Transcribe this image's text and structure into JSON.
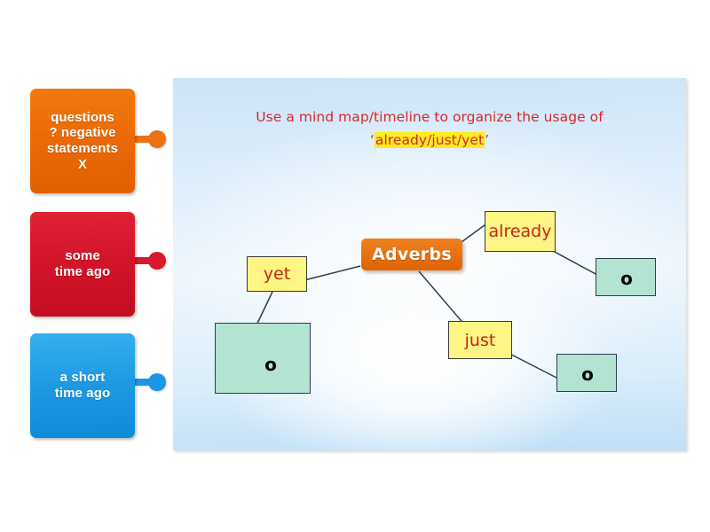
{
  "sidebar": {
    "cards": [
      {
        "id": "questions-negative",
        "label": "questions\n? negative\nstatements\nX",
        "color": "#ec6a06",
        "knob_color": "#ee7111"
      },
      {
        "id": "some-time-ago",
        "label": "some\ntime ago",
        "color": "#d21429",
        "knob_color": "#d8182c"
      },
      {
        "id": "a-short-time-ago",
        "label": "a short\ntime ago",
        "color": "#1e9ae4",
        "knob_color": "#1a97e2"
      }
    ]
  },
  "canvas": {
    "title": {
      "line1": "Use a mind map/timeline  to organize the usage of",
      "line2_quote_open": "‘",
      "line2_highlight": "already/just/yet",
      "line2_quote_close": "’",
      "text_color": "#d02b2b",
      "highlight_color": "#ffeb20"
    },
    "nodes": [
      {
        "id": "root-adverbs",
        "label": "Adverbs",
        "kind": "root",
        "color": "#e8700f",
        "text_color": "#ffffff"
      },
      {
        "id": "node-yet",
        "label": "yet",
        "kind": "term",
        "color": "#fdf584",
        "text_color": "#c1261a"
      },
      {
        "id": "node-already",
        "label": "already",
        "kind": "term",
        "color": "#fdf584",
        "text_color": "#c1261a"
      },
      {
        "id": "node-just",
        "label": "just",
        "kind": "term",
        "color": "#fdf584",
        "text_color": "#c1261a"
      },
      {
        "id": "dropzone-yet",
        "label": "o",
        "kind": "dropzone",
        "color": "#b3e4d2",
        "text_color": "#000000"
      },
      {
        "id": "dropzone-already",
        "label": "o",
        "kind": "dropzone",
        "color": "#b3e4d2",
        "text_color": "#000000"
      },
      {
        "id": "dropzone-just",
        "label": "o",
        "kind": "dropzone",
        "color": "#b3e4d2",
        "text_color": "#000000"
      }
    ],
    "link_color": "#2d3c51"
  }
}
